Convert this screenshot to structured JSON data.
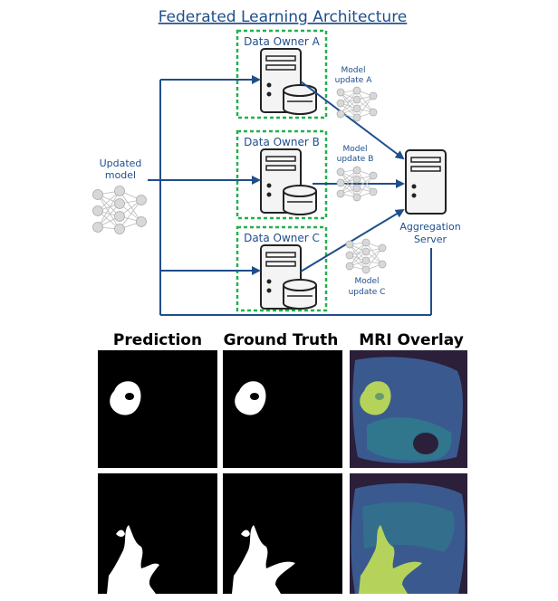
{
  "diagram": {
    "title": "Federated Learning Architecture",
    "owners": [
      {
        "label": "Data Owner A",
        "update_line1": "Model",
        "update_line2": "update A"
      },
      {
        "label": "Data Owner B",
        "update_line1": "Model",
        "update_line2": "update B"
      },
      {
        "label": "Data Owner C",
        "update_line1": "Model",
        "update_line2": "update C"
      }
    ],
    "updated_model_line1": "Updated",
    "updated_model_line2": "model",
    "aggregation_line1": "Aggregation",
    "aggregation_line2": "Server"
  },
  "results": {
    "columns": [
      "Prediction",
      "Ground Truth",
      "MRI Overlay"
    ]
  },
  "colors": {
    "arrow": "#1f4e8c",
    "owner_box": "#22b14c",
    "label_text": "#1f4e8c",
    "mask_white": "#ffffff",
    "overlay_base": "#3a4f8f",
    "overlay_lesion": "#b5d35a"
  },
  "icons": [
    "server-icon",
    "database-icon",
    "neural-network-icon"
  ]
}
